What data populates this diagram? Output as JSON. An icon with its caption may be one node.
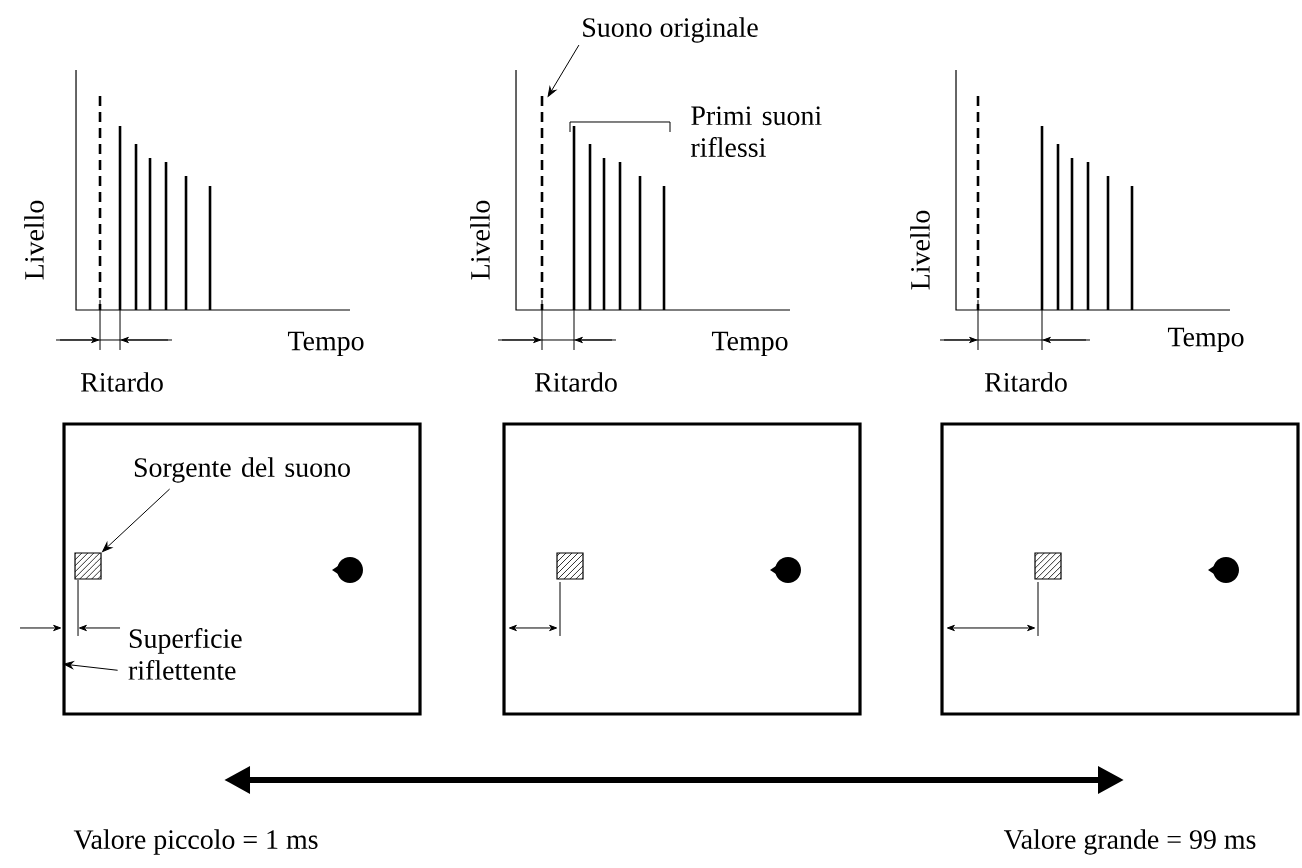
{
  "diagram": {
    "nodes": [
      {
        "text": [
          "Suono originale"
        ]
      },
      {
        "text": [],
        "shape": "bar"
      },
      {
        "text": [],
        "shape": "box"
      },
      {
        "text": [],
        "shape": "box",
        "in": 2
      },
      {
        "text": [
          "Sorgente del suono"
        ],
        "in": 2
      },
      {
        "text": [
          "Superficie riflettente"
        ],
        "in": 2
      },
      {
        "text": [],
        "shape": "circle",
        "in": 2
      },
      {
        "text": [],
        "shape": "box"
      },
      {
        "text": [],
        "shape": "box",
        "in": 7
      },
      {
        "text": [],
        "shape": "circle",
        "in": 7
      },
      {
        "text": [],
        "shape": "box"
      },
      {
        "text": [],
        "shape": "box",
        "in": 10
      },
      {
        "text": [],
        "shape": "circle",
        "in": 10
      }
    ],
    "edges": [
      {
        "from": 0,
        "to": 1,
        "arrow": "to"
      },
      {
        "from": 4,
        "to": 3,
        "arrow": "to"
      },
      {
        "from": 5,
        "to": 2,
        "arrow": "to"
      }
    ],
    "labels": [
      "Primi suoni riflessi",
      "Livello",
      "Livello",
      "Livello",
      "Tempo",
      "Tempo",
      "Tempo",
      "Ritardo",
      "Ritardo",
      "Ritardo",
      "Valore piccolo = 1 ms",
      "Valore grande = 99 ms"
    ]
  }
}
